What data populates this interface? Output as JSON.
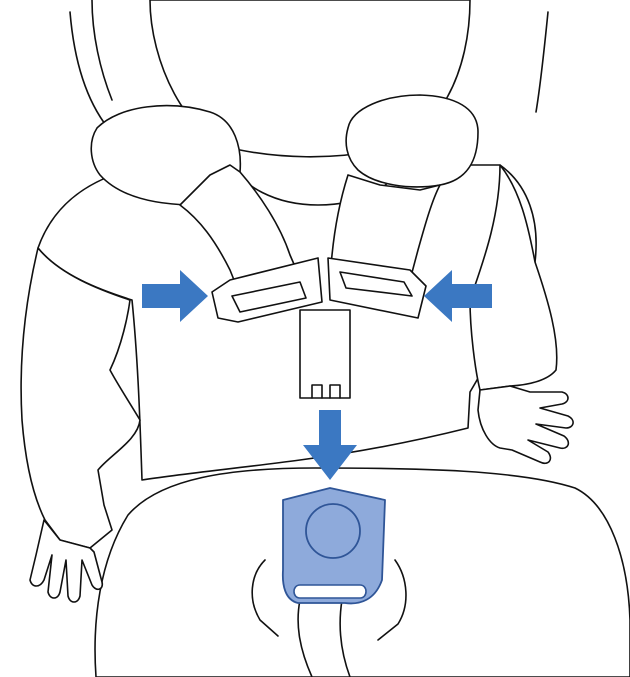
{
  "illustration": {
    "subject": "child-in-car-seat-harness-release",
    "colors": {
      "line": "#111111",
      "background": "#ffffff",
      "arrow": "#3b78c2",
      "buckle_fill": "#8eaadb",
      "buckle_stroke": "#2f5597"
    },
    "arrows": [
      {
        "name": "arrow-left-squeeze",
        "direction": "right"
      },
      {
        "name": "arrow-right-squeeze",
        "direction": "left"
      },
      {
        "name": "arrow-down-release",
        "direction": "down"
      }
    ]
  }
}
